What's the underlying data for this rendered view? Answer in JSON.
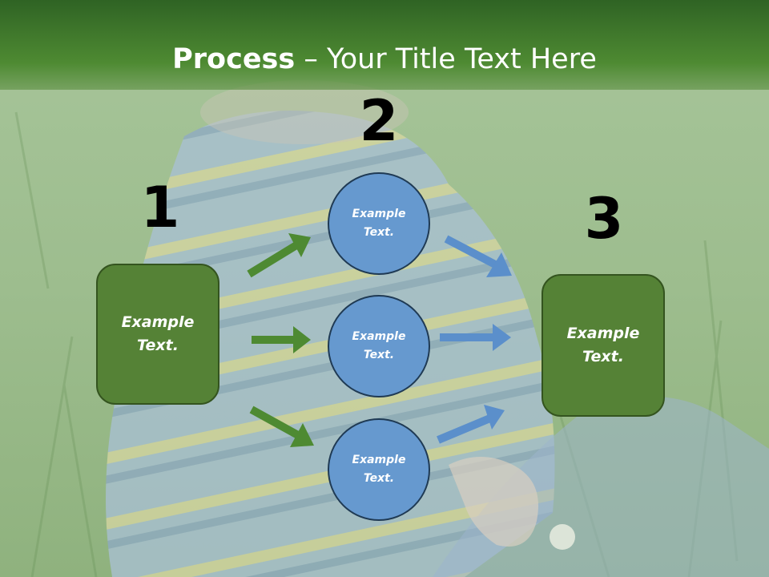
{
  "slide": {
    "title_bold": "Process",
    "title_rest": " – Your Title Text Here"
  },
  "steps": {
    "one": "1",
    "two": "2",
    "three": "3"
  },
  "boxes": {
    "left": {
      "line1": "Example",
      "line2": "Text."
    },
    "right": {
      "line1": "Example",
      "line2": "Text."
    }
  },
  "circles": [
    {
      "line1": "Example",
      "line2": "Text."
    },
    {
      "line1": "Example",
      "line2": "Text."
    },
    {
      "line1": "Example",
      "line2": "Text."
    }
  ],
  "colors": {
    "green_box": "#558236",
    "blue_circle": "#6699cf",
    "green_arrow": "#4e8a32",
    "blue_arrow": "#5b8fcb"
  }
}
